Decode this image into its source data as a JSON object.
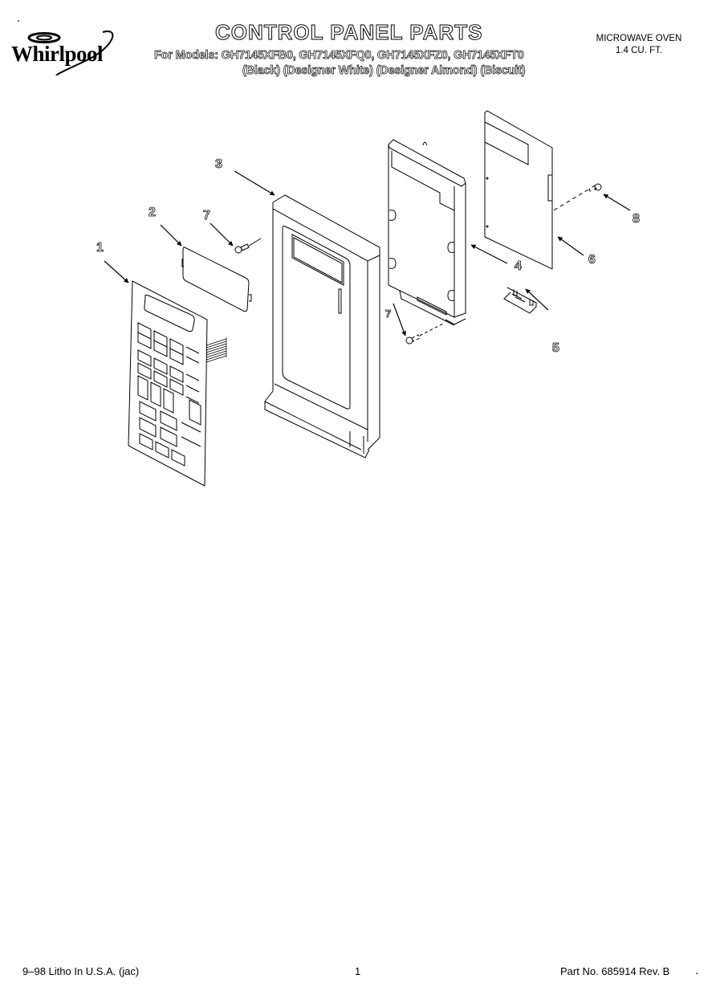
{
  "header": {
    "brand": "Whirlpool",
    "title": "CONTROL PANEL PARTS",
    "models_line": "For Models: GH7145XFB0, GH7145XFQ0, GH7145XFZ0, GH7145XFT0",
    "colors_line": "(Black)  (Designer White) (Designer Almond)  (Biscuit)",
    "product_line1": "MICROWAVE OVEN",
    "product_line2": "1.4 CU. FT."
  },
  "diagram": {
    "callouts": [
      {
        "id": "1",
        "label": "1",
        "part": "keypad-membrane"
      },
      {
        "id": "2",
        "label": "2",
        "part": "display-window"
      },
      {
        "id": "3",
        "label": "3",
        "part": "control-panel-frame"
      },
      {
        "id": "4",
        "label": "4",
        "part": "control-bracket"
      },
      {
        "id": "5",
        "label": "5",
        "part": "latch"
      },
      {
        "id": "6",
        "label": "6",
        "part": "control-board"
      },
      {
        "id": "7a",
        "label": "7",
        "part": "screw"
      },
      {
        "id": "7b",
        "label": "7",
        "part": "screw"
      },
      {
        "id": "8",
        "label": "8",
        "part": "screw"
      }
    ]
  },
  "footer": {
    "left": "9–98 Litho In U.S.A. (jac)",
    "page": "1",
    "right": "Part No. 685914 Rev. B"
  }
}
